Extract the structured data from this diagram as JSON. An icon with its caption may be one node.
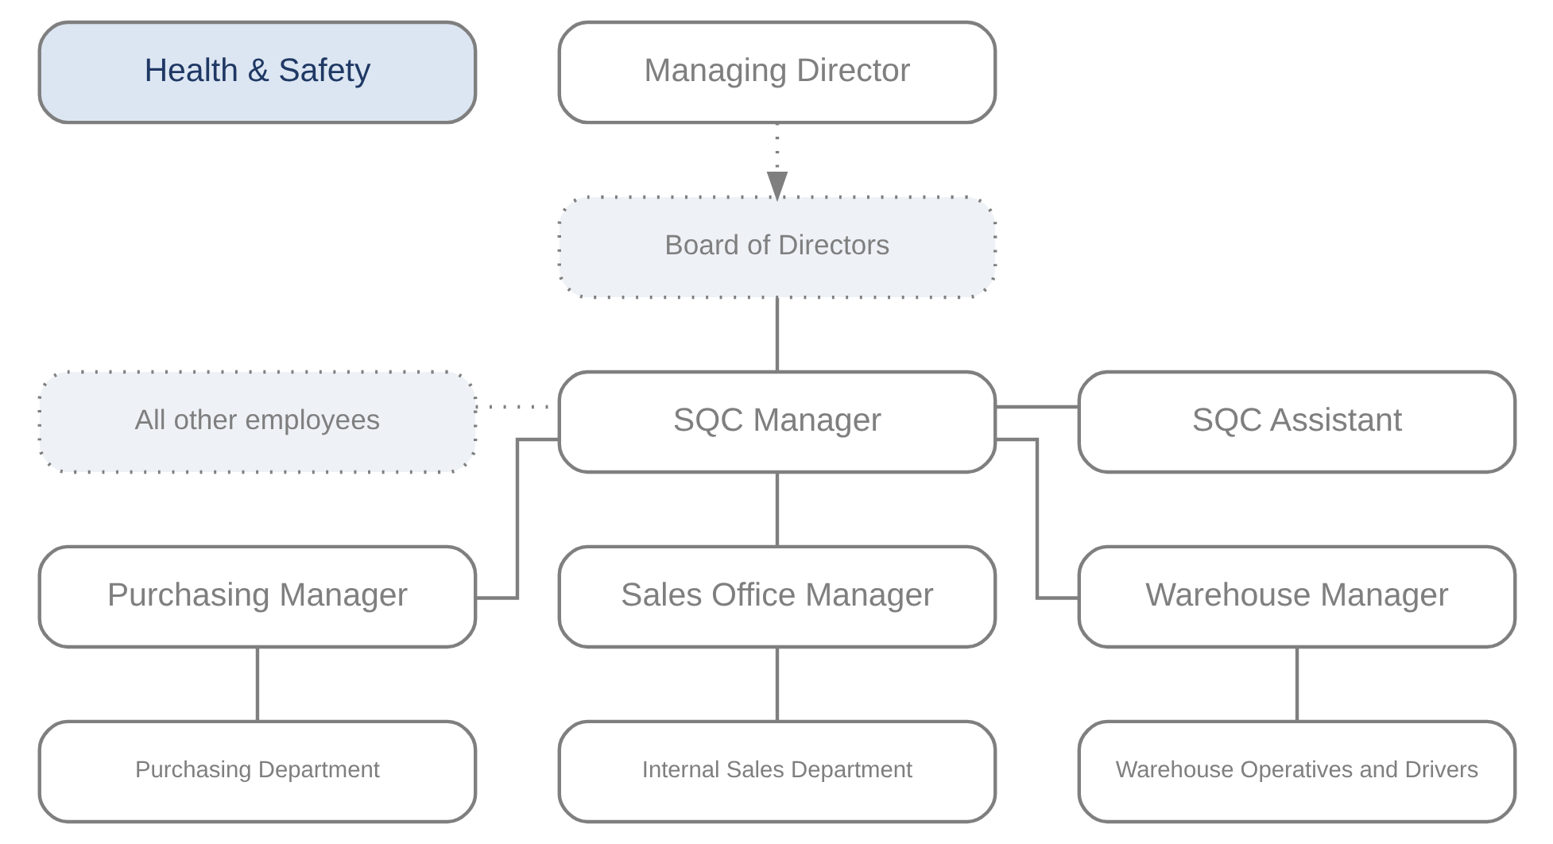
{
  "diagram": {
    "nodes": [
      {
        "text": [
          "Health & Safety"
        ]
      },
      {
        "text": [
          "Managing Director"
        ]
      },
      {
        "text": [
          "Board of Directors"
        ]
      },
      {
        "text": [
          "All other employees"
        ]
      },
      {
        "text": [
          "SQC Manager"
        ]
      },
      {
        "text": [
          "SQC Assistant"
        ]
      },
      {
        "text": [
          "Purchasing Manager"
        ]
      },
      {
        "text": [
          "Sales Office Manager"
        ]
      },
      {
        "text": [
          "Warehouse Manager"
        ]
      },
      {
        "text": [
          "Purchasing Department"
        ]
      },
      {
        "text": [
          "Internal Sales Department"
        ]
      },
      {
        "text": [
          "Warehouse Operatives and Drivers"
        ]
      }
    ],
    "edges": [
      {
        "from": 1,
        "to": 2,
        "arrow": "to",
        "style": "dashed"
      },
      {
        "from": 2,
        "to": 4,
        "arrow": "none"
      },
      {
        "from": 3,
        "to": 4,
        "arrow": "none",
        "style": "dashed"
      },
      {
        "from": 4,
        "to": 5,
        "arrow": "none"
      },
      {
        "from": 4,
        "to": 6,
        "arrow": "none"
      },
      {
        "from": 4,
        "to": 7,
        "arrow": "none"
      },
      {
        "from": 4,
        "to": 8,
        "arrow": "none"
      },
      {
        "from": 6,
        "to": 9,
        "arrow": "none"
      },
      {
        "from": 7,
        "to": 10,
        "arrow": "none"
      },
      {
        "from": 8,
        "to": 11,
        "arrow": "none"
      }
    ]
  }
}
